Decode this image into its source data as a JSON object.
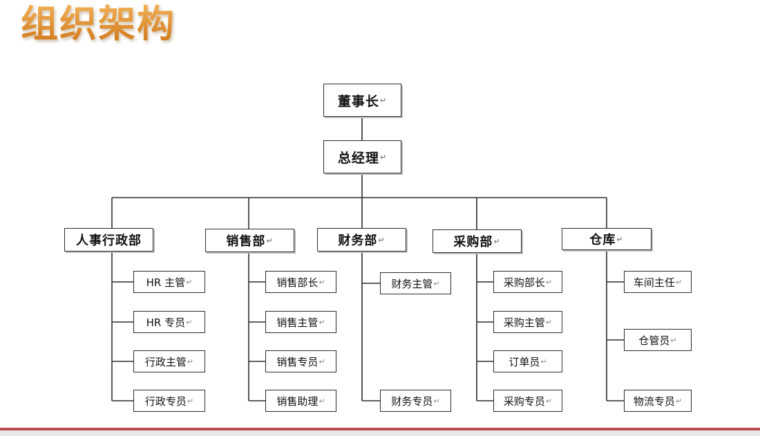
{
  "title": "组织架构",
  "return_mark": "↵",
  "top": {
    "chairman": "董事长",
    "general_manager": "总经理"
  },
  "departments": [
    {
      "name": "人事行政部",
      "roles": [
        "HR 主管",
        "HR 专员",
        "行政主管",
        "行政专员"
      ]
    },
    {
      "name": "销售部",
      "roles": [
        "销售部长",
        "销售主管",
        "销售专员",
        "销售助理"
      ]
    },
    {
      "name": "财务部",
      "roles": [
        "财务主管",
        "财务专员"
      ]
    },
    {
      "name": "采购部",
      "roles": [
        "采购部长",
        "采购主管",
        "订单员",
        "采购专员"
      ]
    },
    {
      "name": "仓库",
      "roles": [
        "车间主任",
        "仓管员",
        "物流专员"
      ]
    }
  ],
  "colors": {
    "title": "#d9861f",
    "line": "#2b2b2b",
    "bottom_rule": "#b9474b"
  }
}
